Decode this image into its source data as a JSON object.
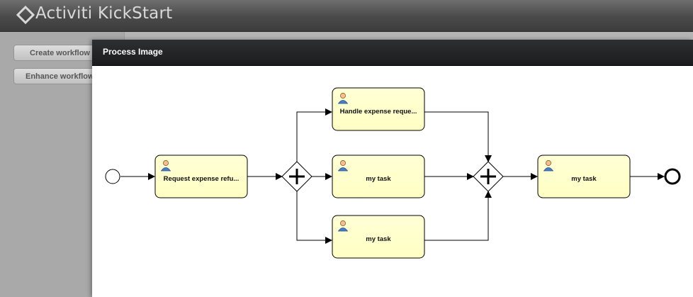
{
  "app": {
    "title": "Activiti KickStart"
  },
  "sidebar": {
    "buttons": [
      {
        "label": "Create workflow"
      },
      {
        "label": "Enhance workflow"
      }
    ]
  },
  "modal": {
    "title": "Process Image"
  },
  "process": {
    "tasks": [
      {
        "id": "t1",
        "label": "Request expense refu..."
      },
      {
        "id": "t2",
        "label": "Handle expense reque..."
      },
      {
        "id": "t3",
        "label": "my task"
      },
      {
        "id": "t4",
        "label": "my task"
      },
      {
        "id": "t5",
        "label": "my task"
      }
    ],
    "gateways": [
      {
        "id": "fork",
        "type": "parallel"
      },
      {
        "id": "join",
        "type": "parallel"
      }
    ],
    "events": [
      {
        "id": "start",
        "type": "start"
      },
      {
        "id": "end",
        "type": "end"
      }
    ],
    "colors": {
      "task_fill": "#ffffcc",
      "stroke": "#000000",
      "user_icon": "#4a7ec2"
    }
  }
}
